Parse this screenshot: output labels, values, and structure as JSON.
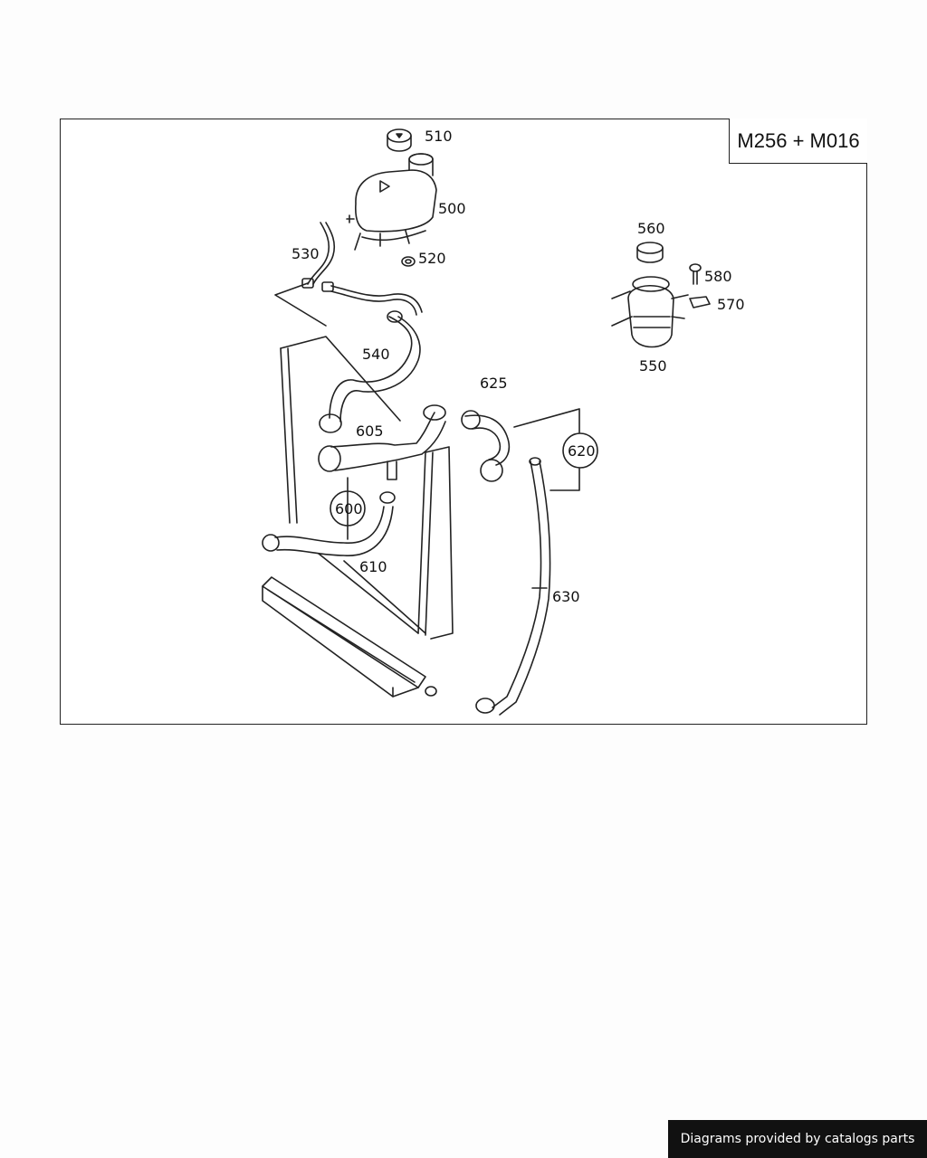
{
  "diagram": {
    "engine_code": "M256 + M016",
    "credit": "Diagrams provided by catalogs parts",
    "callouts": {
      "c500": "500",
      "c510": "510",
      "c520": "520",
      "c530": "530",
      "c540": "540",
      "c550": "550",
      "c560": "560",
      "c570": "570",
      "c580": "580",
      "c600": "600",
      "c605": "605",
      "c610": "610",
      "c620": "620",
      "c625": "625",
      "c630": "630"
    }
  }
}
